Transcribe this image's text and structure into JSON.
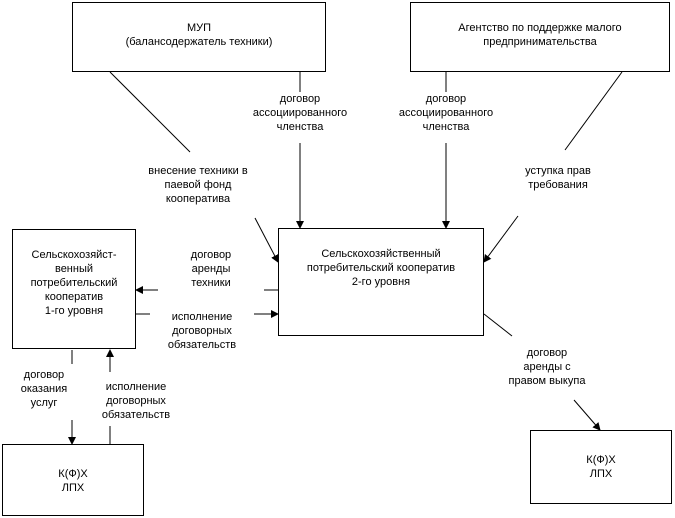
{
  "boxes": {
    "mup": "МУП\n(балансодержатель техники)",
    "agency": "Агентство по поддержке малого\nпредпринимательства",
    "coop2": "Сельскохозяйственный\nпотребительский кооператив\n2-го уровня",
    "coop1": "Сельскохозяйст-\nвенный\nпотребительский\nкооператив\n1-го уровня",
    "kfh_left": "К(Ф)Х\nЛПХ",
    "kfh_right": "К(Ф)Х\nЛПХ"
  },
  "labels": {
    "assoc_left": "договор\nассоциированного\nчленства",
    "assoc_right": "договор\nассоциированного\nчленства",
    "contribution": "внесение техники в\nпаевой фонд\nкооператива",
    "assignment": "уступка прав\nтребования",
    "lease_equipment": "договор\nаренды\nтехники",
    "performance_mid": "исполнение\nдоговорных\nобязательств",
    "services": "договор\nоказания\nуслуг",
    "performance_bottom": "исполнение\nдоговорных\nобязательств",
    "lease_buyout": "договор\nаренды с\nправом выкупа"
  }
}
